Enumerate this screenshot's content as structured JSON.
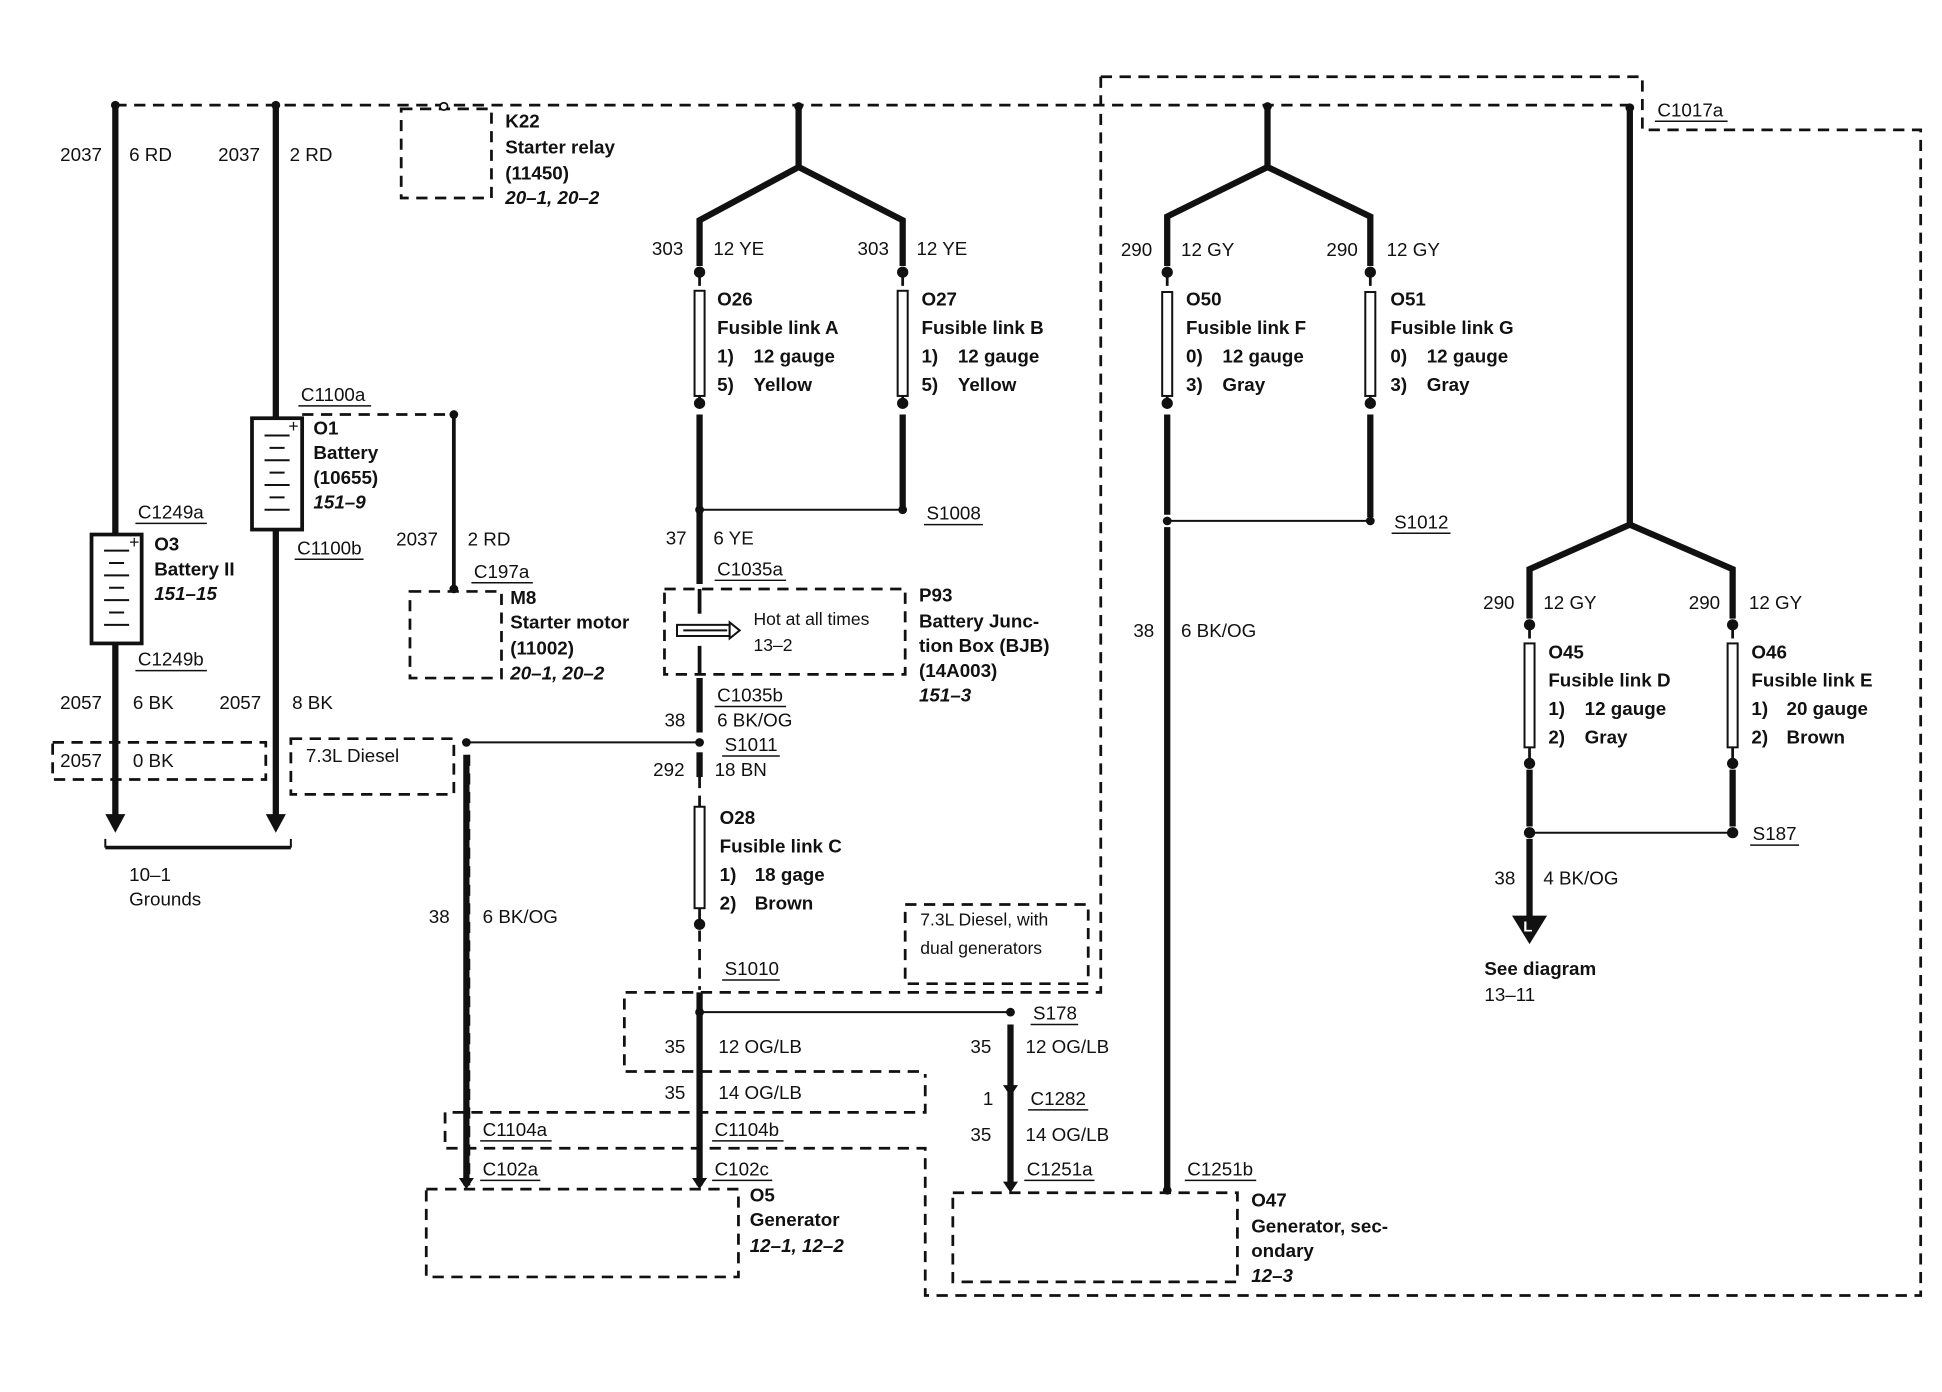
{
  "ground_branch": {
    "c1": "2037",
    "w1": "6 RD",
    "c2": "2037",
    "w2": "2 RD",
    "c3": "2057",
    "w3": "6 BK",
    "c4": "2057",
    "w4": "8 BK",
    "c5": "2057",
    "w5": "0 BK",
    "ref": "10–1",
    "name": "Grounds"
  },
  "k22": {
    "id": "K22",
    "name": "Starter relay",
    "part": "(11450)",
    "ref": "20–1, 20–2"
  },
  "battery_o1": {
    "connector_top": "C1100a",
    "id": "O1",
    "name": "Battery",
    "part": "(10655)",
    "ref": "151–9",
    "connector_bottom": "C1100b"
  },
  "battery_o3": {
    "connector_top": "C1249a",
    "id": "O3",
    "name": "Battery II",
    "ref": "151–15",
    "connector_bottom": "C1249b"
  },
  "starter_motor": {
    "circuit": "2037",
    "wire": "2 RD",
    "connector": "C197a",
    "id": "M8",
    "name": "Starter motor",
    "part": "(11002)",
    "ref": "20–1, 20–2"
  },
  "diesel_box": {
    "label": "7.3L Diesel"
  },
  "fuse_a": {
    "circuit": "303",
    "wire": "12 YE",
    "id": "O26",
    "name": "Fusible link A",
    "spec1": "1)",
    "val1": "12 gauge",
    "spec2": "5)",
    "val2": "Yellow"
  },
  "fuse_b": {
    "circuit": "303",
    "wire": "12 YE",
    "id": "O27",
    "name": "Fusible link B",
    "spec1": "1)",
    "val1": "12 gauge",
    "spec2": "5)",
    "val2": "Yellow"
  },
  "s1008": "S1008",
  "wire_37": {
    "circuit": "37",
    "wire": "6 YE"
  },
  "bjb": {
    "connector_top": "C1035a",
    "hot_text": "Hot at all times",
    "hot_ref": "13–2",
    "id": "P93",
    "name_line1": "Battery Junc-",
    "name_line2": "tion Box (BJB)",
    "part": "(14A003)",
    "ref": "151–3",
    "connector_bottom": "C1035b"
  },
  "wire_38a": {
    "circuit": "38",
    "wire": "6 BK/OG"
  },
  "s1011": "S1011",
  "wire_292": {
    "circuit": "292",
    "wire": "18 BN"
  },
  "fuse_c": {
    "id": "O28",
    "name": "Fusible link C",
    "spec1": "1)",
    "val1": "18 gage",
    "spec2": "2)",
    "val2": "Brown"
  },
  "s1010": "S1010",
  "wire_38b": {
    "circuit": "38",
    "wire": "6 BK/OG"
  },
  "dual_box": {
    "line1": "7.3L Diesel, with",
    "line2": "dual generators"
  },
  "s178": "S178",
  "wire_35a": {
    "circuit": "35",
    "wire": "12 OG/LB"
  },
  "wire_35b": {
    "circuit": "35",
    "wire": "14 OG/LB"
  },
  "wire_35c": {
    "circuit": "35",
    "wire": "12 OG/LB"
  },
  "c1282": {
    "pin": "1",
    "name": "C1282"
  },
  "wire_35d": {
    "circuit": "35",
    "wire": "14 OG/LB"
  },
  "c1104a": "C1104a",
  "c1104b": "C1104b",
  "c102a": "C102a",
  "c102c": "C102c",
  "generator": {
    "id": "O5",
    "name": "Generator",
    "ref": "12–1, 12–2"
  },
  "c1251a": "C1251a",
  "c1251b": "C1251b",
  "generator2": {
    "id": "O47",
    "name_line1": "Generator, sec-",
    "name_line2": "ondary",
    "ref": "12–3"
  },
  "fuse_f": {
    "circuit": "290",
    "wire": "12 GY",
    "id": "O50",
    "name": "Fusible link F",
    "spec1": "0)",
    "val1": "12 gauge",
    "spec2": "3)",
    "val2": "Gray"
  },
  "fuse_g": {
    "circuit": "290",
    "wire": "12 GY",
    "id": "O51",
    "name": "Fusible link G",
    "spec1": "0)",
    "val1": "12 gauge",
    "spec2": "3)",
    "val2": "Gray"
  },
  "s1012": "S1012",
  "wire_38c": {
    "circuit": "38",
    "wire": "6 BK/OG"
  },
  "c1017a": "C1017a",
  "fuse_d": {
    "circuit": "290",
    "wire": "12 GY",
    "id": "O45",
    "name": "Fusible link D",
    "spec1": "1)",
    "val1": "12 gauge",
    "spec2": "2)",
    "val2": "Gray"
  },
  "fuse_e": {
    "circuit": "290",
    "wire": "12 GY",
    "id": "O46",
    "name": "Fusible link E",
    "spec1": "1)",
    "val1": "20 gauge",
    "spec2": "2)",
    "val2": "Brown"
  },
  "s187": "S187",
  "wire_38d": {
    "circuit": "38",
    "wire": "4 BK/OG"
  },
  "arrow_letter": "L",
  "see_diagram": {
    "text": "See diagram",
    "ref": "13–11"
  }
}
